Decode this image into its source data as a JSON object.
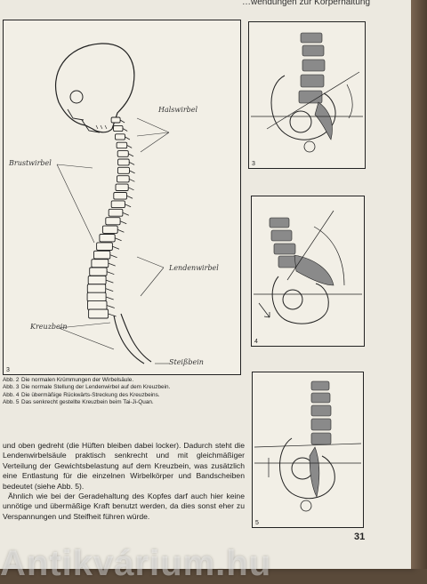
{
  "running_head": "…wendungen zur Körperhaltung",
  "figure3": {
    "number": "3",
    "labels": {
      "cervical": "Halswirbel",
      "thoracic": "Brustwirbel",
      "lumbar": "Lendenwirbel",
      "sacrum": "Kreuzbein",
      "coccyx": "Steißbein"
    }
  },
  "figure_small": [
    {
      "number": "3"
    },
    {
      "number": "4"
    },
    {
      "number": "5"
    }
  ],
  "captions": [
    {
      "label": "Abb. 2",
      "text": "Die normalen Krümmungen der Wirbelsäule."
    },
    {
      "label": "Abb. 3",
      "text": "Die normale Stellung der Lendenwirbel auf dem Kreuzbein."
    },
    {
      "label": "Abb. 4",
      "text": "Die übermäßige Rückwärts-Streckung des Kreuzbeins."
    },
    {
      "label": "Abb. 5",
      "text": "Das senkrecht gestellte Kreuzbein beim Tai-Ji-Quan."
    }
  ],
  "body": {
    "p1": "und oben gedreht (die Hüften bleiben dabei locker). Dadurch steht die Lendenwirbelsäule praktisch senkrecht und mit gleichmäßiger Verteilung der Gewichtsbelastung auf dem Kreuzbein, was zusätzlich eine Entlastung für die einzelnen Wirbelkörper und Bandscheiben bedeutet (siehe Abb. 5).",
    "p2": "Ähnlich wie bei der Geradehaltung des Kopfes darf auch hier keine unnötige und übermäßige Kraft benutzt werden, da dies sonst eher zu Verspannungen und Steifheit führen würde."
  },
  "page_number": "31",
  "watermark": "Antikvárium.hu",
  "colors": {
    "paper": "#ece9e0",
    "shade": "#8a8a8a",
    "ink": "#222222"
  }
}
